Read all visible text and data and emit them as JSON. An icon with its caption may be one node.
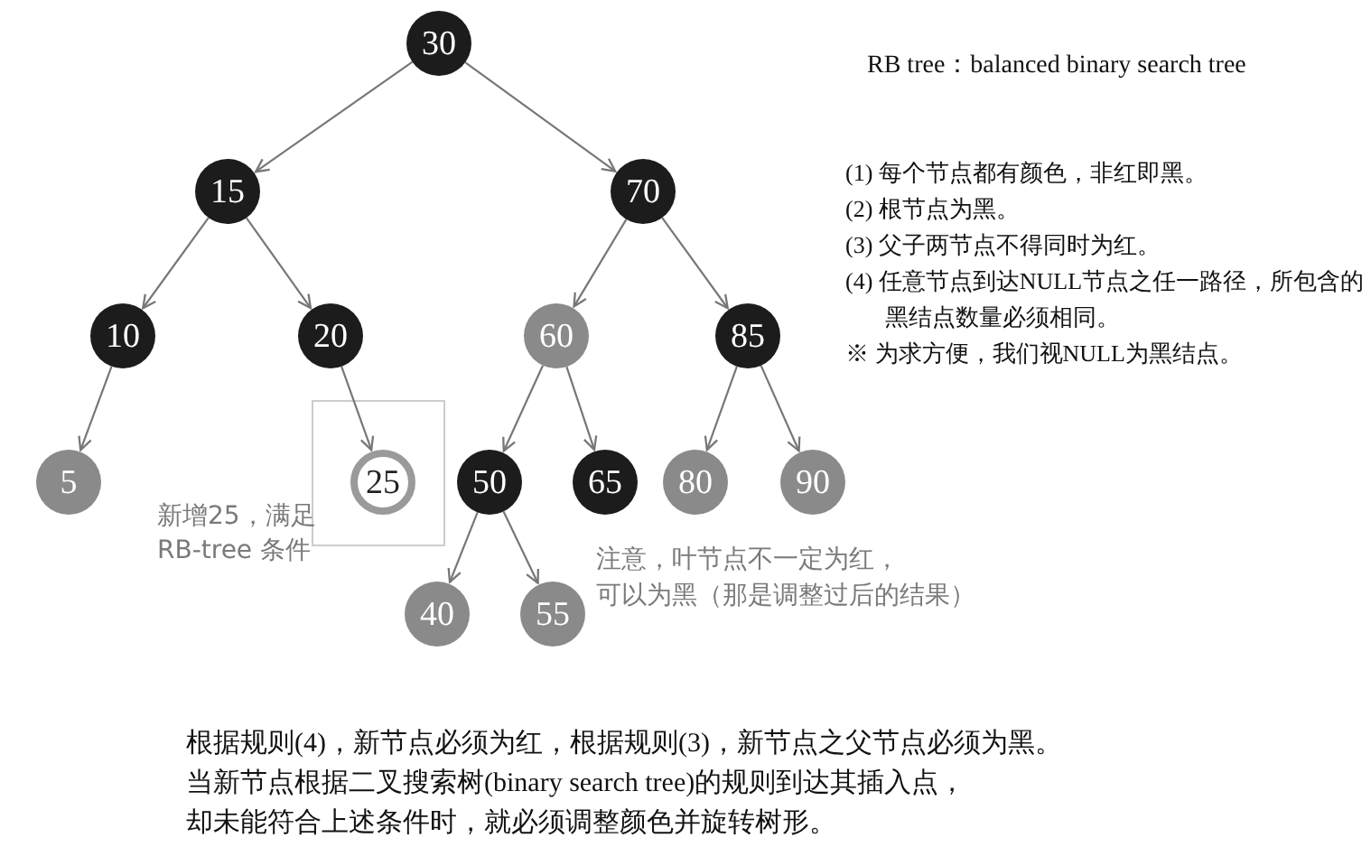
{
  "diagram": {
    "title": "RB tree：balanced binary search tree",
    "nodes": [
      {
        "text": [
          "30"
        ]
      },
      {
        "text": [
          "15"
        ]
      },
      {
        "text": [
          "70"
        ]
      },
      {
        "text": [
          "10"
        ]
      },
      {
        "text": [
          "20"
        ]
      },
      {
        "text": [
          "60"
        ]
      },
      {
        "text": [
          "85"
        ]
      },
      {
        "text": [
          "5"
        ]
      },
      {
        "text": [
          "25"
        ],
        "beside": [
          "新增25，满足",
          "RB-tree 条件"
        ]
      },
      {
        "text": [
          "50"
        ]
      },
      {
        "text": [
          "65"
        ]
      },
      {
        "text": [
          "80"
        ]
      },
      {
        "text": [
          "90"
        ]
      },
      {
        "text": [
          "40"
        ]
      },
      {
        "text": [
          "55"
        ]
      }
    ],
    "edges": [
      {
        "from": 0,
        "to": 1,
        "arrow": "to"
      },
      {
        "from": 0,
        "to": 2,
        "arrow": "to"
      },
      {
        "from": 1,
        "to": 3,
        "arrow": "to"
      },
      {
        "from": 1,
        "to": 4,
        "arrow": "to"
      },
      {
        "from": 2,
        "to": 5,
        "arrow": "to"
      },
      {
        "from": 2,
        "to": 6,
        "arrow": "to"
      },
      {
        "from": 3,
        "to": 7,
        "arrow": "to"
      },
      {
        "from": 4,
        "to": 8,
        "arrow": "to"
      },
      {
        "from": 5,
        "to": 9,
        "arrow": "to"
      },
      {
        "from": 5,
        "to": 10,
        "arrow": "to"
      },
      {
        "from": 6,
        "to": 11,
        "arrow": "to"
      },
      {
        "from": 6,
        "to": 12,
        "arrow": "to"
      },
      {
        "from": 9,
        "to": 13,
        "arrow": "to"
      },
      {
        "from": 9,
        "to": 14,
        "arrow": "to"
      }
    ],
    "labels": [
      "(1) 每个节点都有颜色，非红即黑。",
      "(2) 根节点为黑。",
      "(3) 父子两节点不得同时为红。",
      "(4) 任意节点到达NULL节点之任一路径，所包含的黑结点数量必须相同。",
      "※ 为求方便，我们视NULL为黑结点。",
      "注意，叶节点不一定为红，",
      "可以为黑（那是调整过后的结果）",
      "根据规则(4)，新节点必须为红，根据规则(3)，新节点之父节点必须为黑。",
      "当新节点根据二叉搜索树(binary search tree)的规则到达其插入点，",
      "却未能符合上述条件时，就必须调整颜色并旋转树形。"
    ]
  }
}
